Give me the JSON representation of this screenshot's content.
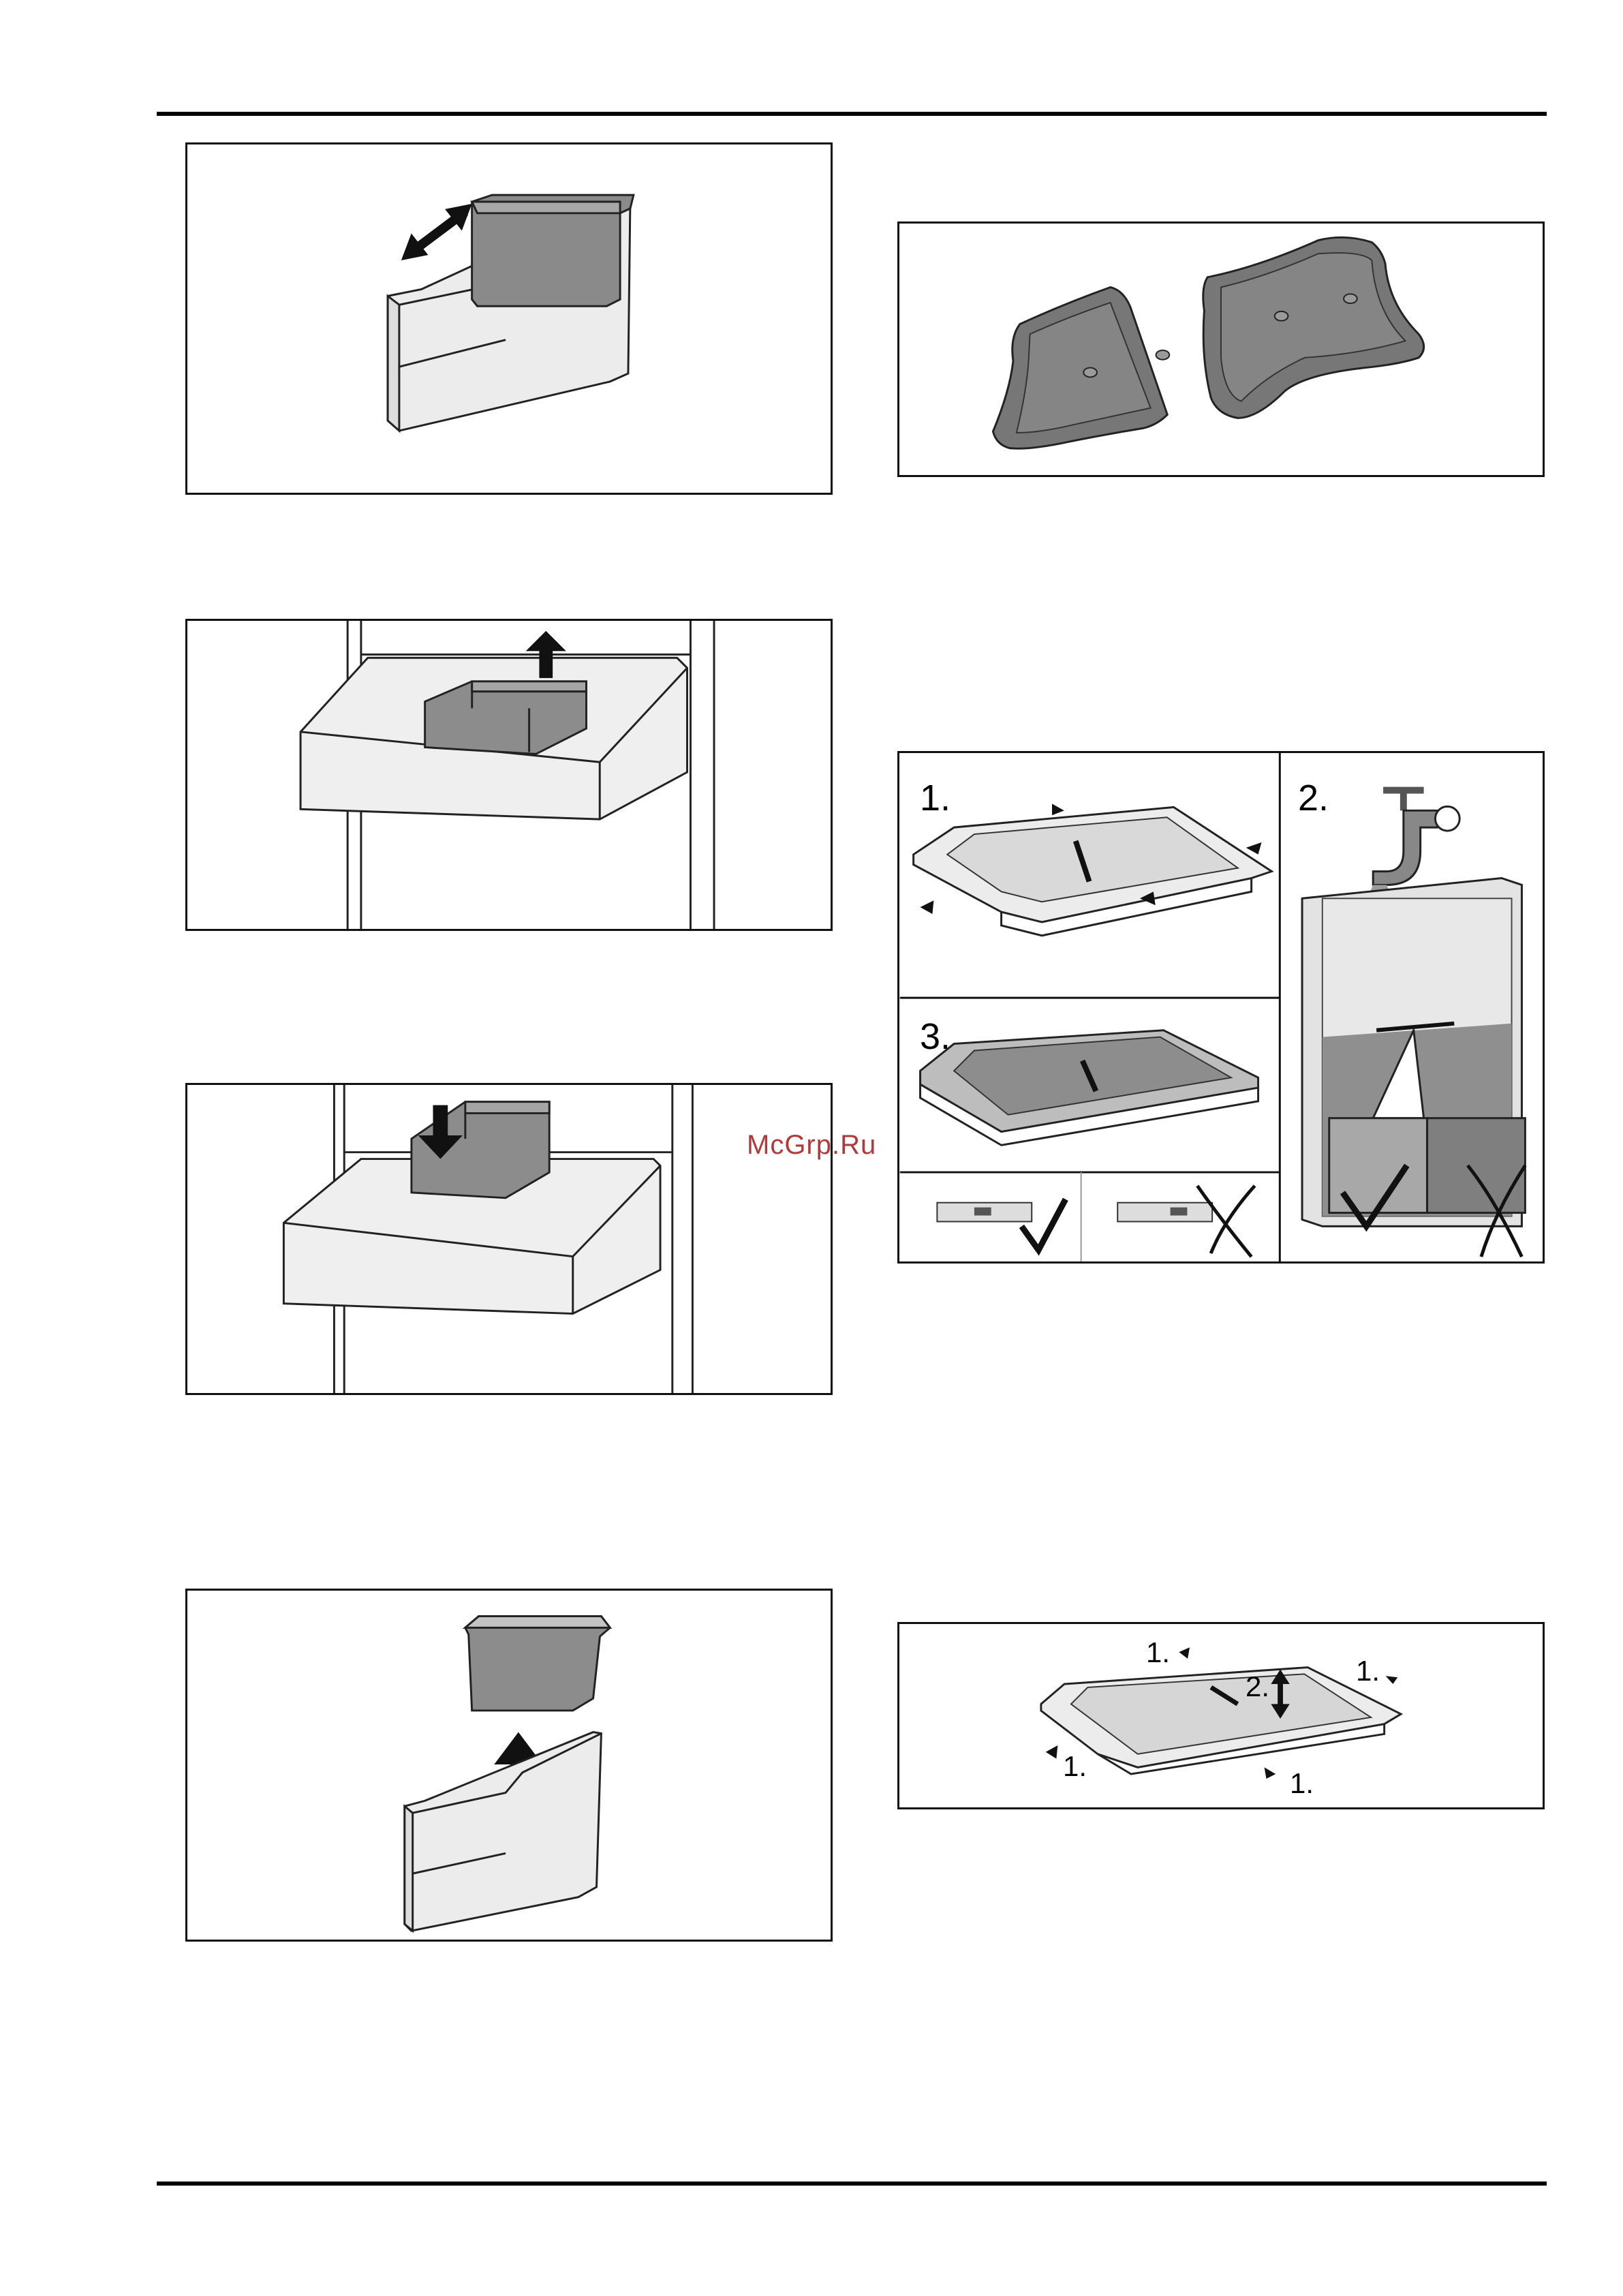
{
  "watermark": "McGrp.Ru",
  "filter_steps": {
    "step1": "1.",
    "step2": "2.",
    "step3": "3."
  },
  "reinstall_filter": {
    "corner_left_top": "1.",
    "corner_right_top": "1.",
    "center": "2.",
    "corner_left_bottom": "1.",
    "corner_right_bottom": "1."
  }
}
